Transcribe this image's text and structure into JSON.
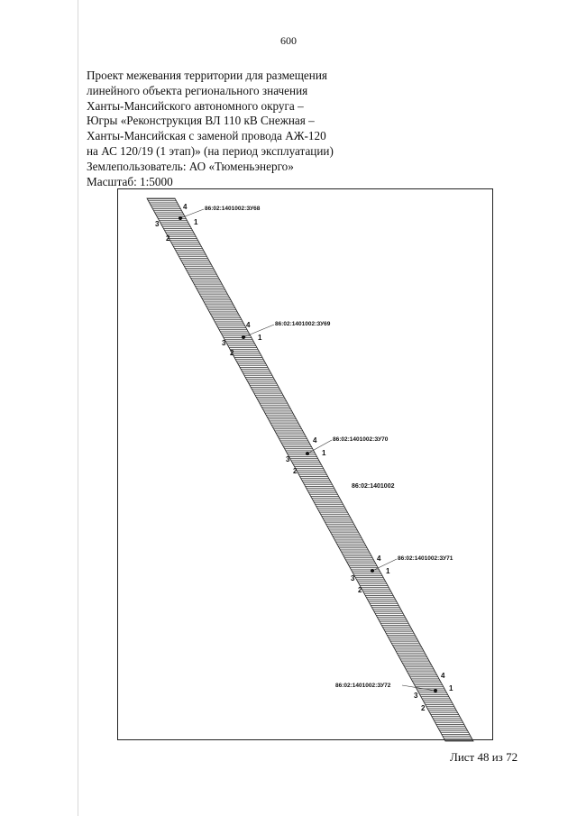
{
  "page_number": "600",
  "title_lines": [
    "Проект межевания территории для размещения",
    "линейного объекта регионального значения",
    "Ханты-Мансийского автономного округа –",
    "Югры «Реконструкция ВЛ 110 кВ Снежная –",
    "Ханты-Мансийская с заменой провода АЖ-120",
    "на АС 120/19 (1 этап)» (на период эксплуатации)",
    "Землепользователь: АО «Тюменьэнерго»",
    "Масштаб: 1:5000"
  ],
  "map": {
    "area_label": "86:02:1401002",
    "parcels": [
      {
        "id": "86:02:1401002:ЗУ68",
        "vertices": [
          "4",
          "1",
          "2",
          "3"
        ]
      },
      {
        "id": "86:02:1401002:ЗУ69",
        "vertices": [
          "4",
          "1",
          "2",
          "3"
        ]
      },
      {
        "id": "86:02:1401002:ЗУ70",
        "vertices": [
          "4",
          "1",
          "2",
          "3"
        ]
      },
      {
        "id": "86:02:1401002:ЗУ71",
        "vertices": [
          "4",
          "1",
          "2",
          "3"
        ]
      },
      {
        "id": "86:02:1401002:ЗУ72",
        "vertices": [
          "4",
          "1",
          "2",
          "3"
        ]
      }
    ]
  },
  "sheet_label": "Лист 48 из 72"
}
